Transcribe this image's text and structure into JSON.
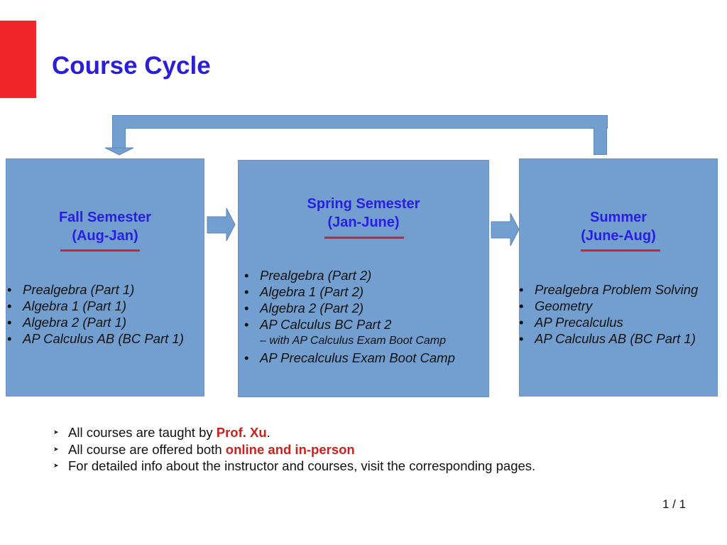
{
  "title": "Course Cycle",
  "colors": {
    "accent_bar": "#f0262a",
    "title": "#2a1fd8",
    "box": "#729fcf",
    "underline": "#d0232a",
    "highlight": "#c9211e"
  },
  "boxes": [
    {
      "title_line1": "Fall Semester",
      "title_line2": "(Aug-Jan)",
      "items": [
        "Prealgebra (Part 1)",
        "Algebra 1 (Part 1)",
        "Algebra 2 (Part 1)",
        "AP Calculus AB (BC Part 1)"
      ]
    },
    {
      "title_line1": "Spring Semester",
      "title_line2": "(Jan-June)",
      "items": [
        "Prealgebra (Part 2)",
        "Algebra 1 (Part 2)",
        "Algebra 2 (Part 2)",
        "AP Calculus BC Part 2",
        "AP Precalculus Exam Boot Camp"
      ],
      "sub_note": "– with AP Calculus Exam Boot Camp"
    },
    {
      "title_line1": "Summer",
      "title_line2": "(June-Aug)",
      "items": [
        "Prealgebra Problem Solving",
        "Geometry",
        "AP Precalculus",
        "AP Calculus AB (BC Part 1)"
      ]
    }
  ],
  "notes": [
    {
      "pre": "All courses are taught by ",
      "highlight": "Prof. Xu",
      "post": "."
    },
    {
      "pre": "All course are offered both ",
      "highlight": "online and in-person",
      "post": ""
    },
    {
      "pre": "For detailed info about the instructor and courses, visit the corresponding pages.",
      "highlight": "",
      "post": ""
    }
  ],
  "page_number": "1 / 1"
}
